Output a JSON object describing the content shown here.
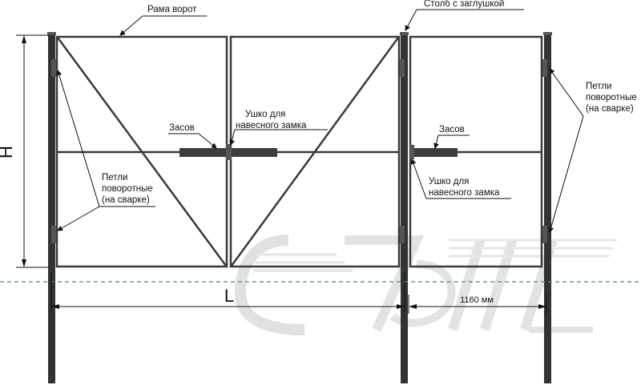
{
  "colors": {
    "frame": "#3a3a3a",
    "post": "#333333",
    "bolt": "#3d3d3d",
    "ground_line": "#2e9e63",
    "watermark": "#c8c8c8"
  },
  "labels": {
    "gate_frame": "Рама ворот",
    "post_cap": "Столб с заглушкой",
    "hinges_right": [
      "Петли",
      "поворотные",
      "(на сварке)"
    ],
    "hinges_left": [
      "Петли",
      "поворотные",
      "(на сварке)"
    ],
    "bolt_gate": "Засов",
    "eye_gate": [
      "Ушко для",
      "навесного замка"
    ],
    "bolt_wicket": "Засов",
    "eye_wicket": [
      "Ушко для",
      "навесного замка"
    ]
  },
  "dimensions": {
    "height": "H",
    "length": "L",
    "wicket_width": "1160 мм"
  },
  "watermark": {
    "text": "СТЭЛЛ",
    "icon": "company-logo-watermark"
  }
}
